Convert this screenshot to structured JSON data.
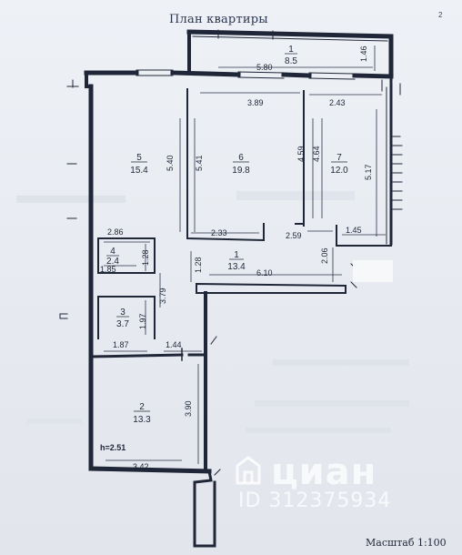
{
  "document": {
    "title": "План квартиры",
    "page_number": "2",
    "scale": "Масштаб 1:100",
    "ceiling_height": "h=2.51"
  },
  "rooms": [
    {
      "number": "1",
      "area": "8.5"
    },
    {
      "number": "1",
      "area": "13.4"
    },
    {
      "number": "2",
      "area": "13.3"
    },
    {
      "number": "3",
      "area": "3.7"
    },
    {
      "number": "4",
      "area": "2.4"
    },
    {
      "number": "5",
      "area": "15.4"
    },
    {
      "number": "6",
      "area": "19.8"
    },
    {
      "number": "7",
      "area": "12.0"
    }
  ],
  "dimensions": [
    "5.80",
    "1.46",
    "3.89",
    "2.43",
    "5.40",
    "5.41",
    "4.59",
    "4.64",
    "5.17",
    "2.33",
    "2.59",
    "1.45",
    "2.86",
    "1.28",
    "1.85",
    "2.06",
    "1.28",
    "6.10",
    "3.79",
    "1.97",
    "1.87",
    "1.44",
    "3.90",
    "3.42"
  ],
  "watermark": {
    "brand": "циан",
    "listing_id": "ID 312375934"
  }
}
